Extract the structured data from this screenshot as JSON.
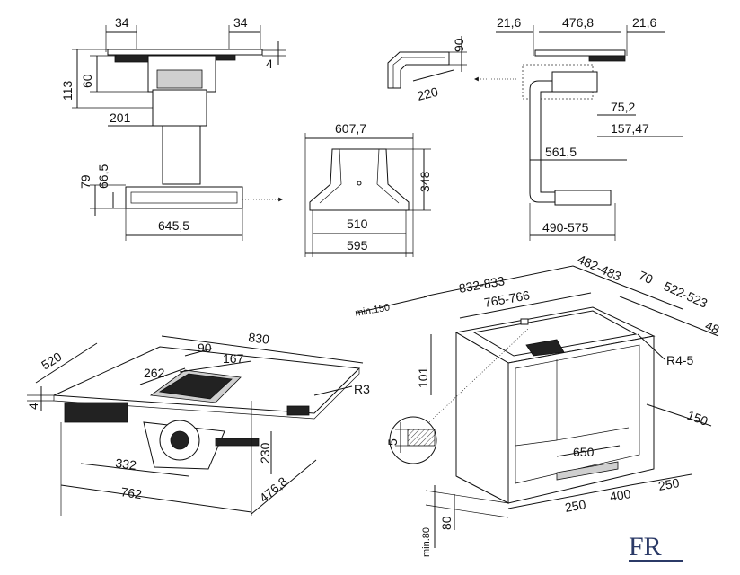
{
  "dims": {
    "top_left": {
      "w1": "34",
      "w2": "34",
      "h113": "113",
      "h60": "60",
      "h4": "4",
      "d201": "201",
      "h79": "79",
      "h66_5": "66,5",
      "w645_5": "645,5"
    },
    "duct": {
      "h90": "90",
      "w220": "220"
    },
    "hood": {
      "w607_7": "607,7",
      "h348": "348",
      "w510": "510",
      "w595": "595"
    },
    "side": {
      "a21_6": "21,6",
      "a476_8": "476,8",
      "b21_6": "21,6",
      "d75_2": "75,2",
      "d157_47": "157,47",
      "d561_5": "561,5",
      "d490_575": "490-575"
    },
    "hob": {
      "w830": "830",
      "d520": "520",
      "d90": "90",
      "d262": "262",
      "d167": "167",
      "r3": "R3",
      "h4": "4",
      "d332": "332",
      "h230": "230",
      "d476_8": "476,8",
      "w762": "762"
    },
    "cabinet": {
      "min150": "min.150",
      "w832_833": "832-833",
      "w765_766": "765-766",
      "d482_483": "482-483",
      "d70": "70",
      "d522_523": "522-523",
      "d48": "48",
      "r4_5": "R4-5",
      "h101": "101",
      "h5": "5",
      "d150": "150",
      "w650": "650",
      "w250a": "250",
      "w400": "400",
      "w250b": "250",
      "min80": "min.80",
      "h80": "80"
    }
  },
  "logo": {
    "text": "FR"
  }
}
